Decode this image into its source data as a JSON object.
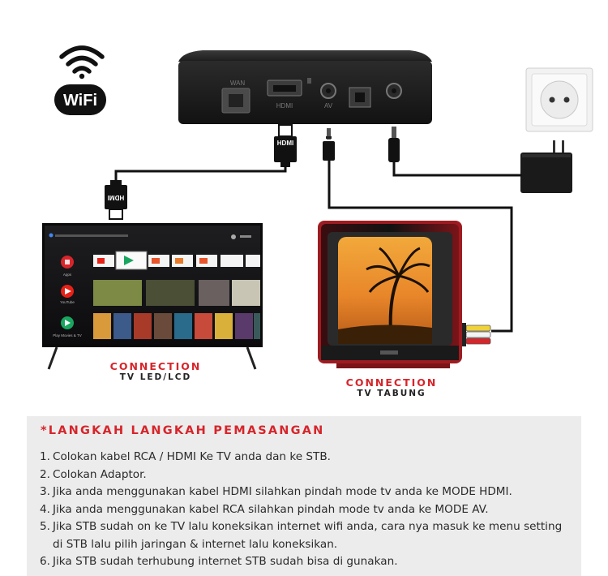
{
  "stb": {
    "ports": {
      "wan": "WAN",
      "hdmi": "HDMI",
      "av": "AV"
    }
  },
  "wifi": {
    "label": "WiFi"
  },
  "cable": {
    "hdmi_label": "HDMI"
  },
  "tv_led": {
    "caption_title": "CONNECTION",
    "caption_sub": "TV LED/LCD",
    "screen": {
      "apps": [
        "Apps",
        "YouTube",
        "Play Movies & TV"
      ]
    }
  },
  "tv_tube": {
    "caption_title": "CONNECTION",
    "caption_sub": "TV TABUNG"
  },
  "instructions": {
    "heading": "*LANGKAH LANGKAH PEMASANGAN",
    "steps": [
      {
        "num": "1.",
        "text": "Colokan kabel RCA / HDMI Ke TV anda dan ke STB."
      },
      {
        "num": "2.",
        "text": "Colokan Adaptor."
      },
      {
        "num": "3.",
        "text": "Jika anda menggunakan kabel HDMI silahkan pindah mode tv anda ke MODE HDMI."
      },
      {
        "num": "4.",
        "text": "Jika anda menggunakan kabel RCA silahkan pindah mode tv anda ke MODE AV."
      },
      {
        "num": "5.",
        "text": "Jika STB sudah on ke TV lalu koneksikan internet wifi anda, cara nya masuk ke menu setting di STB lalu pilih jaringan & internet lalu koneksikan."
      },
      {
        "num": "6.",
        "text": "Jika STB sudah terhubung internet STB sudah bisa di gunakan."
      }
    ]
  }
}
